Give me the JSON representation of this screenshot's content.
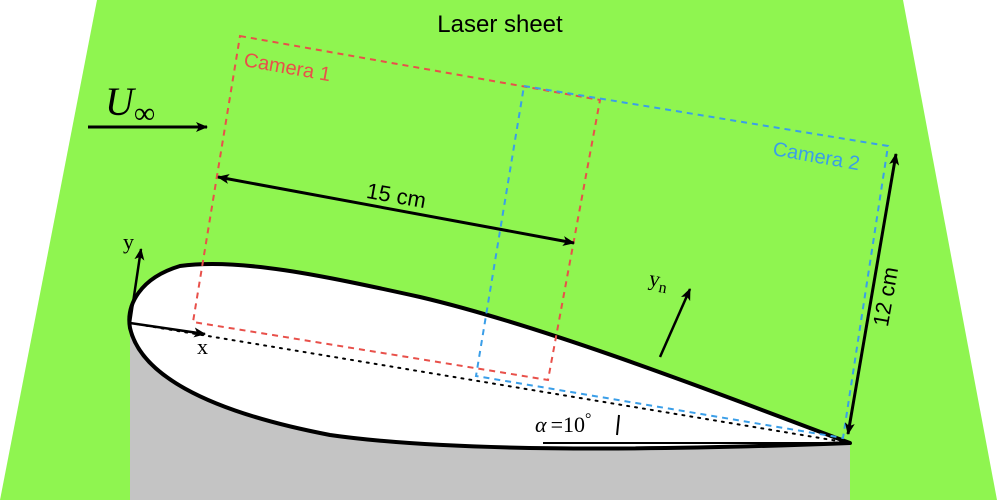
{
  "title": "Laser sheet",
  "freestream": {
    "symbol": "U",
    "subscript": "∞"
  },
  "cameras": [
    {
      "label": "Camera 1",
      "color": "#e8504a"
    },
    {
      "label": "Camera 2",
      "color": "#3a9ee8"
    }
  ],
  "dimensions": {
    "width_label": "15 cm",
    "height_label": "12 cm"
  },
  "axes": {
    "x": "x",
    "y": "y",
    "yn_base": "y",
    "yn_sub": "n"
  },
  "angle": {
    "symbol": "α",
    "equals": "=",
    "value": "10",
    "unit": "°"
  },
  "colors": {
    "laser_sheet": "#8ff550",
    "airfoil_fill": "#ffffff",
    "shadow": "#c4c4c4",
    "outline": "#000000"
  }
}
